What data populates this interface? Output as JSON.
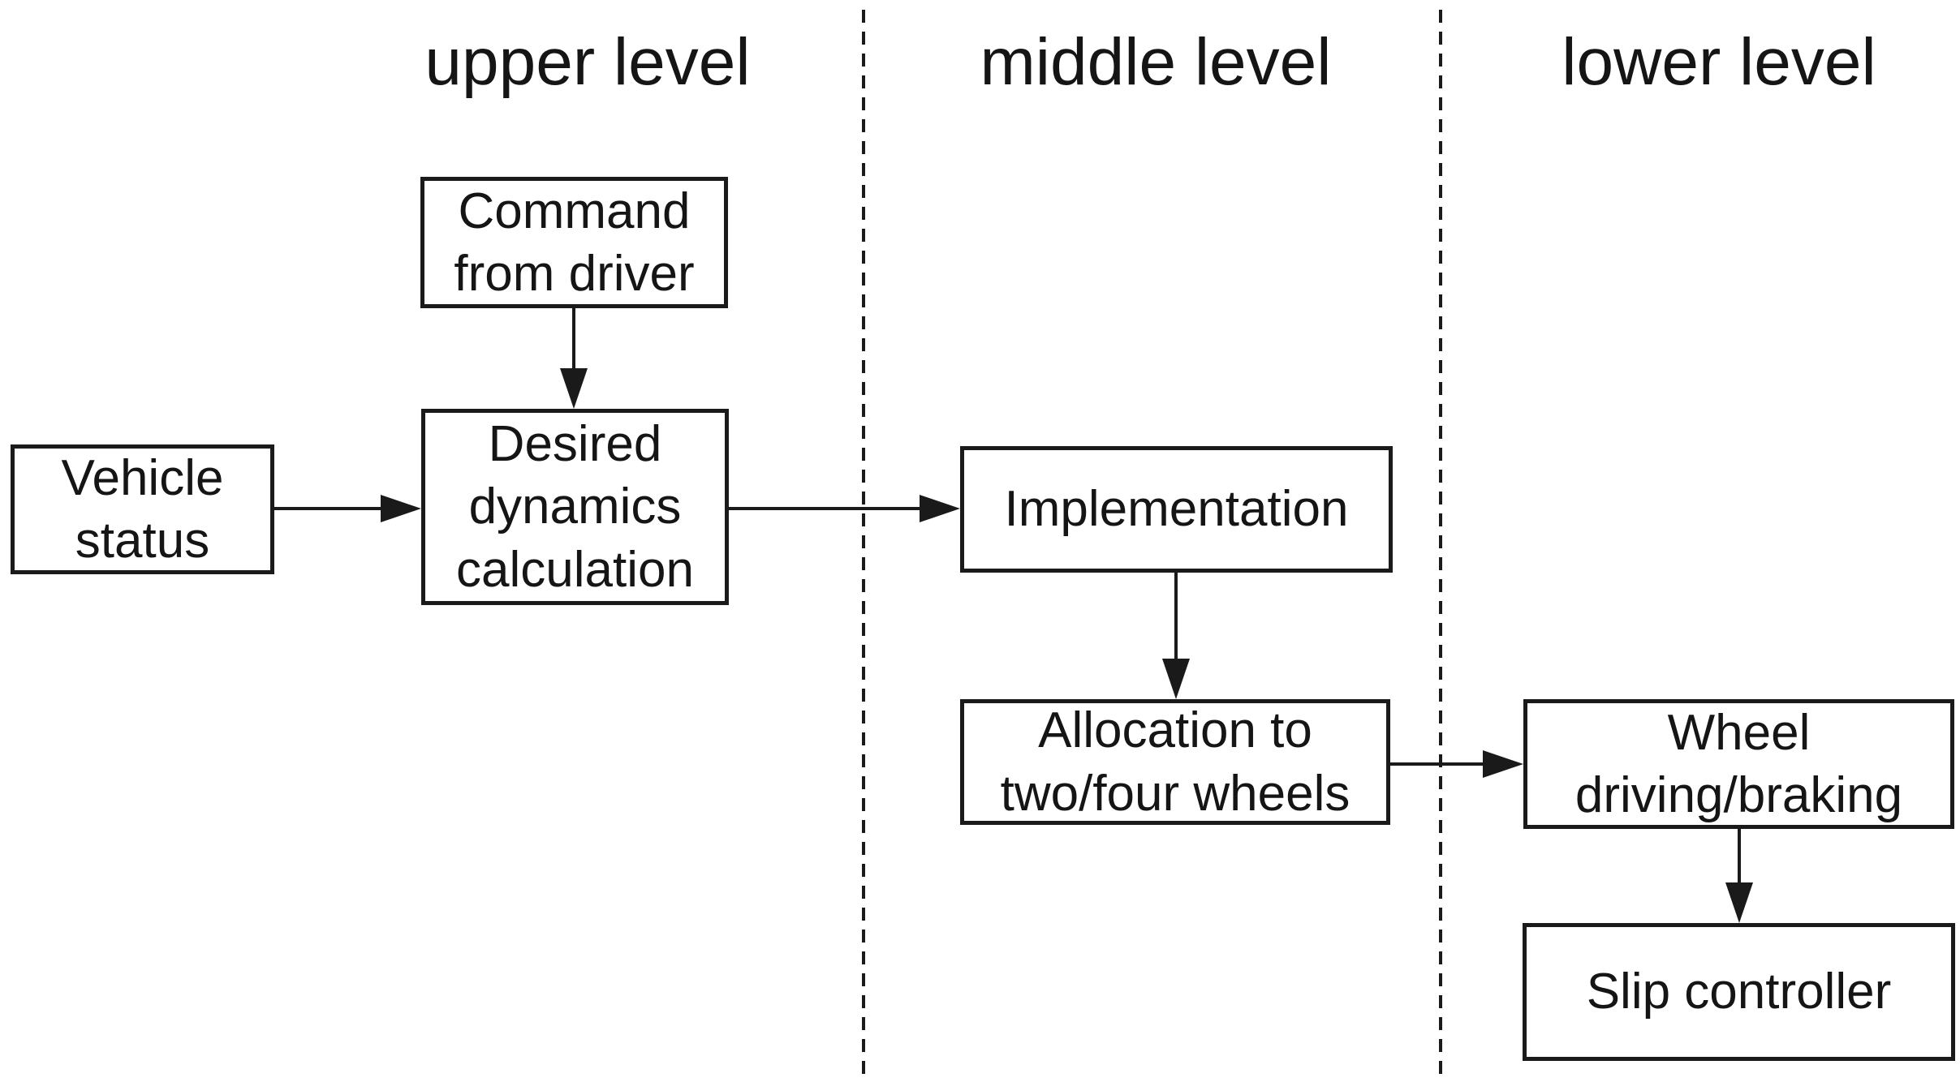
{
  "diagram": {
    "kind": "hierarchical-control-flowchart",
    "colors": {
      "background": "#ffffff",
      "line": "#1a1a1a",
      "text": "#151515"
    },
    "levels": [
      {
        "label": "upper level"
      },
      {
        "label": "middle level"
      },
      {
        "label": "lower level"
      }
    ],
    "nodes": {
      "command": {
        "label": "Command\nfrom driver",
        "level": "upper level"
      },
      "vehicle": {
        "label": "Vehicle\nstatus",
        "level": "upper level"
      },
      "desired": {
        "label": "Desired\ndynamics\ncalculation",
        "level": "upper level"
      },
      "implementation": {
        "label": "Implementation",
        "level": "middle level"
      },
      "allocation": {
        "label": "Allocation to\ntwo/four wheels",
        "level": "middle level"
      },
      "wheel": {
        "label": "Wheel\ndriving/braking",
        "level": "lower level"
      },
      "slip": {
        "label": "Slip controller",
        "level": "lower level"
      }
    },
    "edges": [
      {
        "from": "Command from driver",
        "to": "Desired dynamics calculation",
        "direction": "down"
      },
      {
        "from": "Vehicle status",
        "to": "Desired dynamics calculation",
        "direction": "right"
      },
      {
        "from": "Desired dynamics calculation",
        "to": "Implementation",
        "direction": "right"
      },
      {
        "from": "Implementation",
        "to": "Allocation to two/four wheels",
        "direction": "down"
      },
      {
        "from": "Allocation to two/four wheels",
        "to": "Wheel driving/braking",
        "direction": "right"
      },
      {
        "from": "Wheel driving/braking",
        "to": "Slip controller",
        "direction": "down"
      }
    ]
  }
}
